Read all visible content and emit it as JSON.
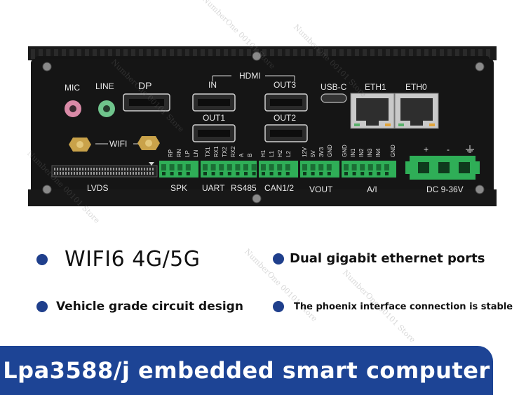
{
  "device": {
    "header_label": "HDMI",
    "ports": {
      "mic": "MIC",
      "line": "LINE",
      "dp": "DP",
      "hdmi_in": "IN",
      "hdmi_out3": "OUT3",
      "hdmi_out1": "OUT1",
      "hdmi_out2": "OUT2",
      "usb_c": "USB-C",
      "eth1": "ETH1",
      "eth0": "ETH0",
      "wifi": "WIFI",
      "lvds": "LVDS",
      "spk": "SPK",
      "uart": "UART",
      "rs485": "RS485",
      "can": "CAN1/2",
      "vout": "VOUT",
      "ai": "A/I",
      "dc": "DC 9-36V",
      "plus": "+",
      "minus": "-"
    },
    "pins": {
      "rp": "RP",
      "rn": "RN",
      "lp": "LP",
      "ln": "LN",
      "tx1": "TX1",
      "rx1": "RX1",
      "tx2": "TX2",
      "rx2": "RX2",
      "a": "A",
      "b": "B",
      "h1": "H1",
      "l1": "L1",
      "h2": "H2",
      "l2": "L2",
      "v12": "12V",
      "v5": "5V",
      "v3": "3V3",
      "gnd1": "GND",
      "gnd2": "GND",
      "in1": "IN1",
      "in2": "IN2",
      "in3": "IN3",
      "in4": "IN4",
      "gnd3": "GND"
    }
  },
  "features": {
    "wifi": "WIFI6 4G/5G",
    "ethernet": "Dual gigabit ethernet ports",
    "vehicle": "Vehicle grade circuit design",
    "phoenix": "The phoenix interface connection is stable"
  },
  "banner": {
    "title": "Lpa3588/j embedded smart computer"
  },
  "watermark": "NumberOne 00101 Store",
  "colors": {
    "banner": "#1d4495",
    "bullet": "#1f3f8c",
    "terminal_green": "#2fae57"
  }
}
